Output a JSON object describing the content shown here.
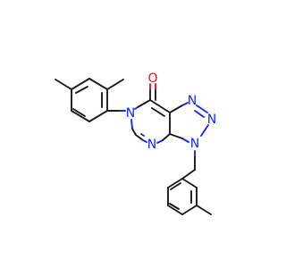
{
  "molecule": {
    "atoms": {
      "oxygen": {
        "label": "O",
        "color": "#e8141c"
      },
      "nitrogens": [
        {
          "id": "n6",
          "label": "N"
        },
        {
          "id": "n1",
          "label": "N"
        },
        {
          "id": "n2",
          "label": "N"
        },
        {
          "id": "n3",
          "label": "N"
        },
        {
          "id": "n4",
          "label": "N"
        }
      ],
      "nitrogen_color": "#1428ff",
      "carbon_color": "#1a1a1a"
    }
  }
}
